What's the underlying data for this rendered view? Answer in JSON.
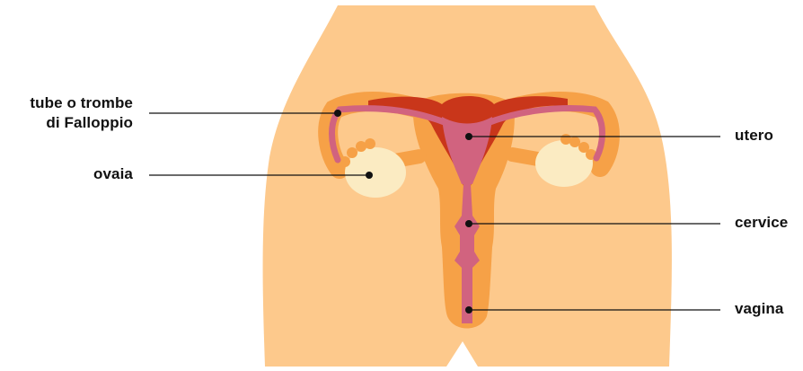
{
  "diagram": {
    "labels": {
      "tube": {
        "line1": "tube o trombe",
        "line2": "di Falloppio"
      },
      "ovaia": "ovaia",
      "utero": "utero",
      "cervice": "cervice",
      "vagina": "vagina"
    },
    "colors": {
      "skin": "#FDC98C",
      "orange": "#F6A147",
      "pink": "#D1637F",
      "red": "#C9361A",
      "ovary": "#FBEBC2",
      "line": "#111111"
    }
  }
}
